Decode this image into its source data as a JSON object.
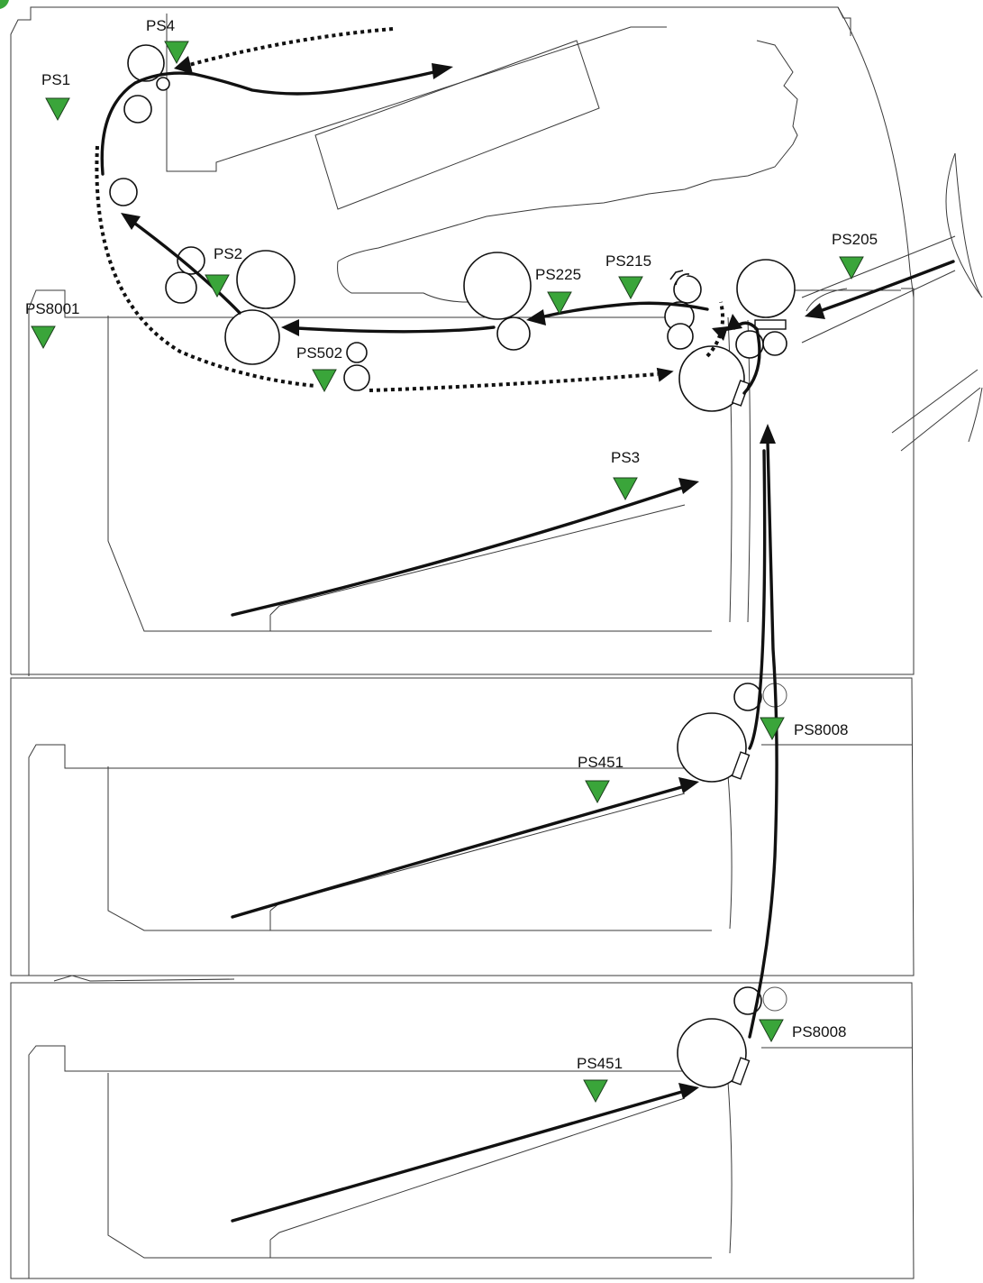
{
  "diagram": {
    "accent_color": "#3aa53a",
    "sensors": [
      {
        "id": "ps4",
        "label": "PS4"
      },
      {
        "id": "ps1",
        "label": "PS1"
      },
      {
        "id": "ps2",
        "label": "PS2"
      },
      {
        "id": "ps8001",
        "label": "PS8001"
      },
      {
        "id": "ps225",
        "label": "PS225"
      },
      {
        "id": "ps215",
        "label": "PS215"
      },
      {
        "id": "ps205",
        "label": "PS205"
      },
      {
        "id": "ps502",
        "label": "PS502"
      },
      {
        "id": "ps3",
        "label": "PS3"
      },
      {
        "id": "ps451-tray3",
        "label": "PS451"
      },
      {
        "id": "ps8008-tray3",
        "label": "PS8008"
      },
      {
        "id": "ps451-tray4",
        "label": "PS451"
      },
      {
        "id": "ps8008-tray4",
        "label": "PS8008"
      }
    ]
  }
}
